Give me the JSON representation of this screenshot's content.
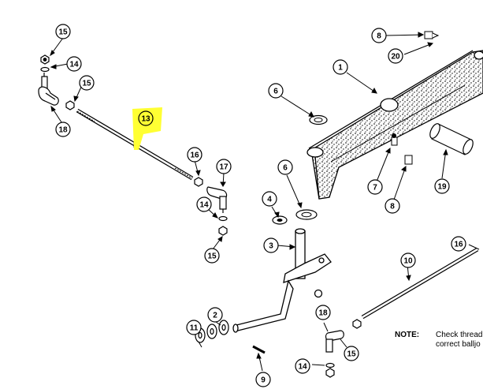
{
  "callouts": [
    {
      "id": "c15a",
      "label": "15"
    },
    {
      "id": "c14a",
      "label": "14"
    },
    {
      "id": "c15b",
      "label": "15"
    },
    {
      "id": "c18a",
      "label": "18"
    },
    {
      "id": "c13",
      "label": "13"
    },
    {
      "id": "c16a",
      "label": "16"
    },
    {
      "id": "c17",
      "label": "17"
    },
    {
      "id": "c14b",
      "label": "14"
    },
    {
      "id": "c15c",
      "label": "15"
    },
    {
      "id": "c8a",
      "label": "8"
    },
    {
      "id": "c20",
      "label": "20"
    },
    {
      "id": "c1",
      "label": "1"
    },
    {
      "id": "c6a",
      "label": "6"
    },
    {
      "id": "c6b",
      "label": "6"
    },
    {
      "id": "c4",
      "label": "4"
    },
    {
      "id": "c7",
      "label": "7"
    },
    {
      "id": "c8b",
      "label": "8"
    },
    {
      "id": "c19",
      "label": "19"
    },
    {
      "id": "c3",
      "label": "3"
    },
    {
      "id": "c16b",
      "label": "16"
    },
    {
      "id": "c10",
      "label": "10"
    },
    {
      "id": "c11",
      "label": "11"
    },
    {
      "id": "c2",
      "label": "2"
    },
    {
      "id": "c18b",
      "label": "18"
    },
    {
      "id": "c15d",
      "label": "15"
    },
    {
      "id": "c14c",
      "label": "14"
    },
    {
      "id": "c9",
      "label": "9"
    }
  ],
  "note": {
    "label": "NOTE:",
    "text_line1": "Check thread",
    "text_line2": "correct balljo"
  },
  "colors": {
    "highlight": "#ffff33",
    "ink": "#000000"
  }
}
